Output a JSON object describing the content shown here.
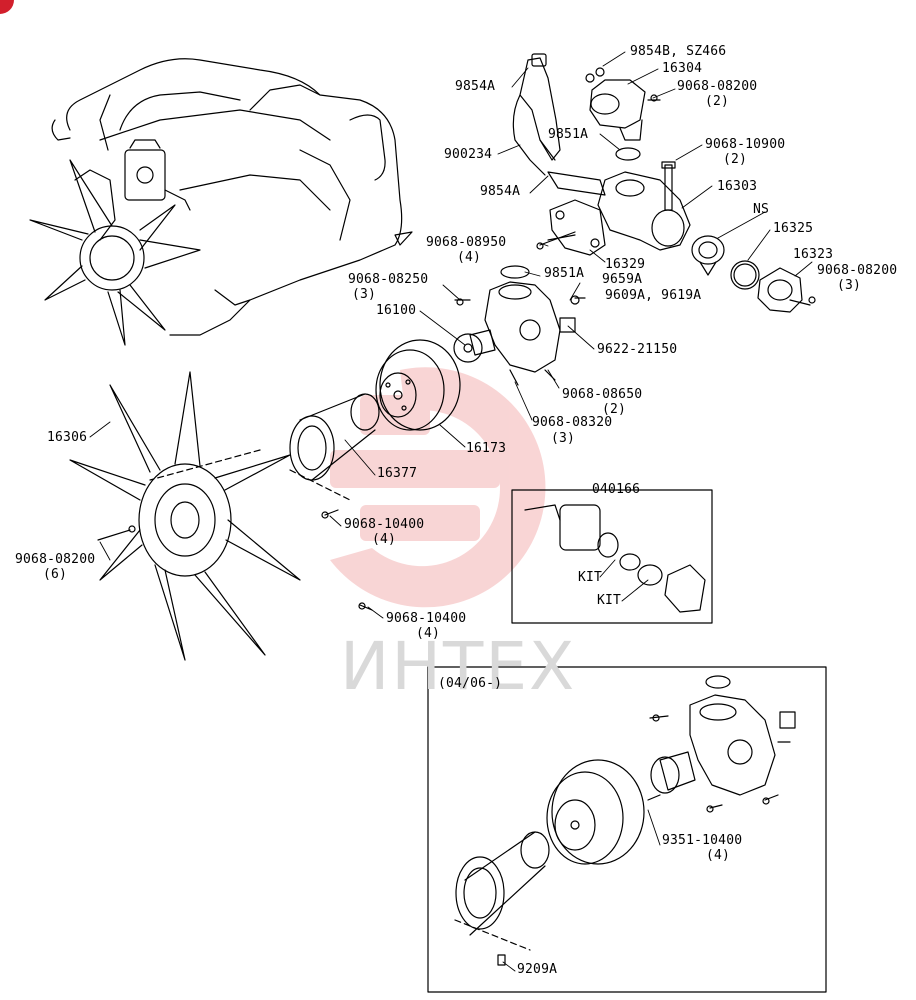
{
  "watermark": "ИНТЕХ",
  "colors": {
    "line": "#000000",
    "watermark_logo": "#f4b3b3",
    "watermark_text": "#d9d9d9",
    "corner_badge": "#d21f2c"
  },
  "labels": {
    "p9854b_sz466": "9854B, SZ466",
    "p16304": "16304",
    "p9854a_top": "9854A",
    "p9068_08200_a": "9068-08200",
    "p9068_08200_a_qty": "(2)",
    "p900234": "900234",
    "p9851a_top": "9851A",
    "p9068_10900": "9068-10900",
    "p9068_10900_qty": "(2)",
    "p9854a_mid": "9854A",
    "p16303": "16303",
    "pNS": "NS",
    "p16325": "16325",
    "p9068_08950": "9068-08950",
    "p9068_08950_qty": "(4)",
    "p16329": "16329",
    "p16323": "16323",
    "p9068_08200_b": "9068-08200",
    "p9068_08200_b_qty": "(3)",
    "p9851a_mid": "9851A",
    "p9068_08250": "9068-08250",
    "p9068_08250_qty": "(3)",
    "p9659a": "9659A",
    "p9609a_9619a": "9609A, 9619A",
    "p16100": "16100",
    "p9622_21150": "9622-21150",
    "p9068_08650": "9068-08650",
    "p9068_08650_qty": "(2)",
    "p9068_08320": "9068-08320",
    "p9068_08320_qty": "(3)",
    "p16306": "16306",
    "p16173": "16173",
    "p16377": "16377",
    "p040166": "040166",
    "p9068_10400_a": "9068-10400",
    "p9068_10400_a_qty": "(4)",
    "p9068_08200_c": "9068-08200",
    "p9068_08200_c_qty": "(6)",
    "kit1": "KIT",
    "kit2": "KIT",
    "p9068_10400_b": "9068-10400",
    "p9068_10400_b_qty": "(4)",
    "inset_date": "(04/06-)",
    "p9351_10400": "9351-10400",
    "p9351_10400_qty": "(4)",
    "p9209a": "9209A"
  }
}
